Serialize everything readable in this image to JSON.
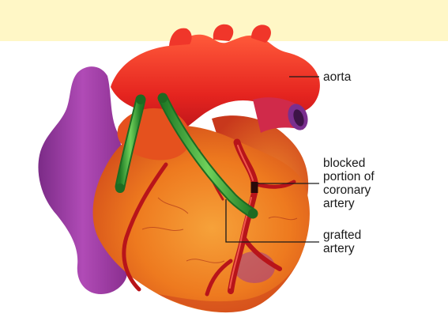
{
  "labels": {
    "aorta": "aorta",
    "blocked": "blocked\nportion of\ncoronary\nartery",
    "grafted": "grafted\nartery"
  },
  "colors": {
    "background_band": "#fff7c6",
    "vena_cava": "#a13aa6",
    "aorta": "#e5241f",
    "heart_muscle": "#f27a1e",
    "coronary_artery": "#c4151c",
    "graft": "#3fae3a",
    "pulmonary_artery": "#7a2f8f",
    "leader_line": "#1a1a1a"
  }
}
